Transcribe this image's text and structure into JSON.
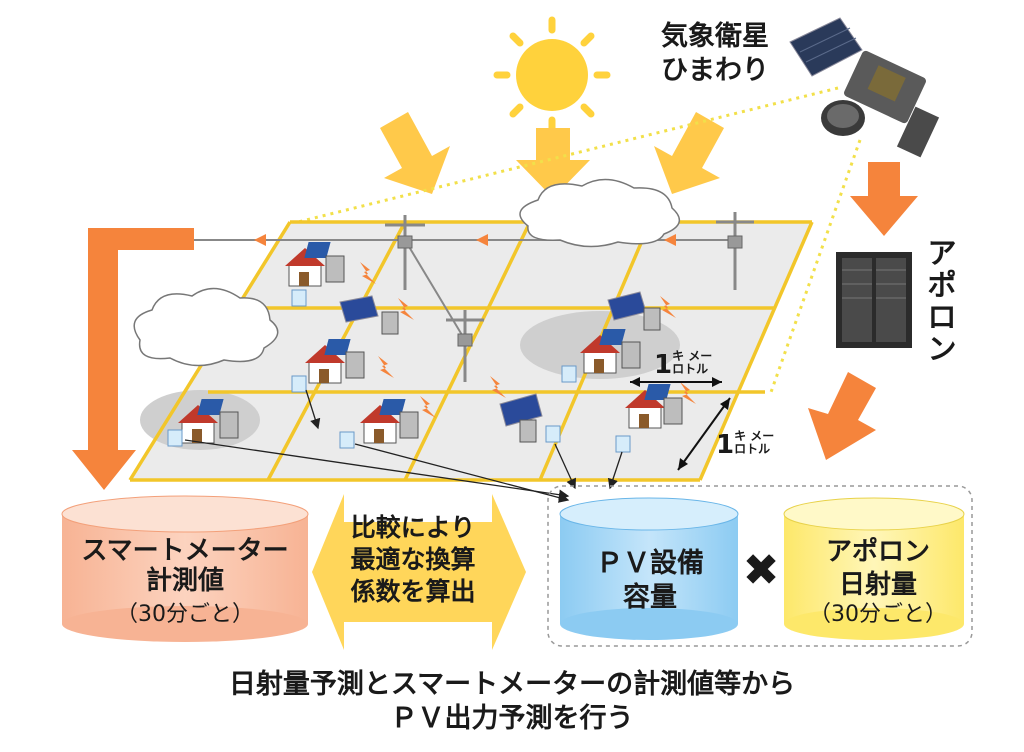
{
  "labels": {
    "satellite": "気象衛星",
    "satellite_name": "ひまわり",
    "apollo": "アポロン",
    "grid_size_num": "1",
    "grid_size_unit_top": "キ",
    "grid_size_unit_top2": "メー",
    "grid_size_unit_bottom": "ロトル",
    "smart_meter_title": "スマートメーター",
    "smart_meter_title2": "計測値",
    "smart_meter_sub": "（30分ごと）",
    "compare_line1": "比較により",
    "compare_line2": "最適な換算",
    "compare_line3": "係数を算出",
    "pv_line1": "ＰＶ設備",
    "pv_line2": "容量",
    "cross": "✖",
    "apollo_box_line1": "アポロン",
    "apollo_box_line2": "日射量",
    "apollo_box_sub": "（30分ごと）",
    "caption_line1": "日射量予測とスマートメーターの計測値等から",
    "caption_line2": "ＰＶ出力予測を行う"
  },
  "colors": {
    "sun": "#ffd23c",
    "sun_arrow": "#ffc94a",
    "flow_arrow": "#f5843c",
    "grid_line": "#f2c62a",
    "grid_fill": "#ebebeb",
    "smart_meter_cyl": "#f9c4aa",
    "pv_cyl": "#a8d6f5",
    "apollo_cyl": "#fff08a",
    "compare_arrow": "#ffd65a"
  },
  "icons": [
    "sun-icon",
    "satellite-icon",
    "server-icon",
    "house-icon",
    "solar-panel-icon",
    "cloud-icon",
    "utility-pole-icon",
    "smart-meter-icon",
    "lightning-icon"
  ]
}
